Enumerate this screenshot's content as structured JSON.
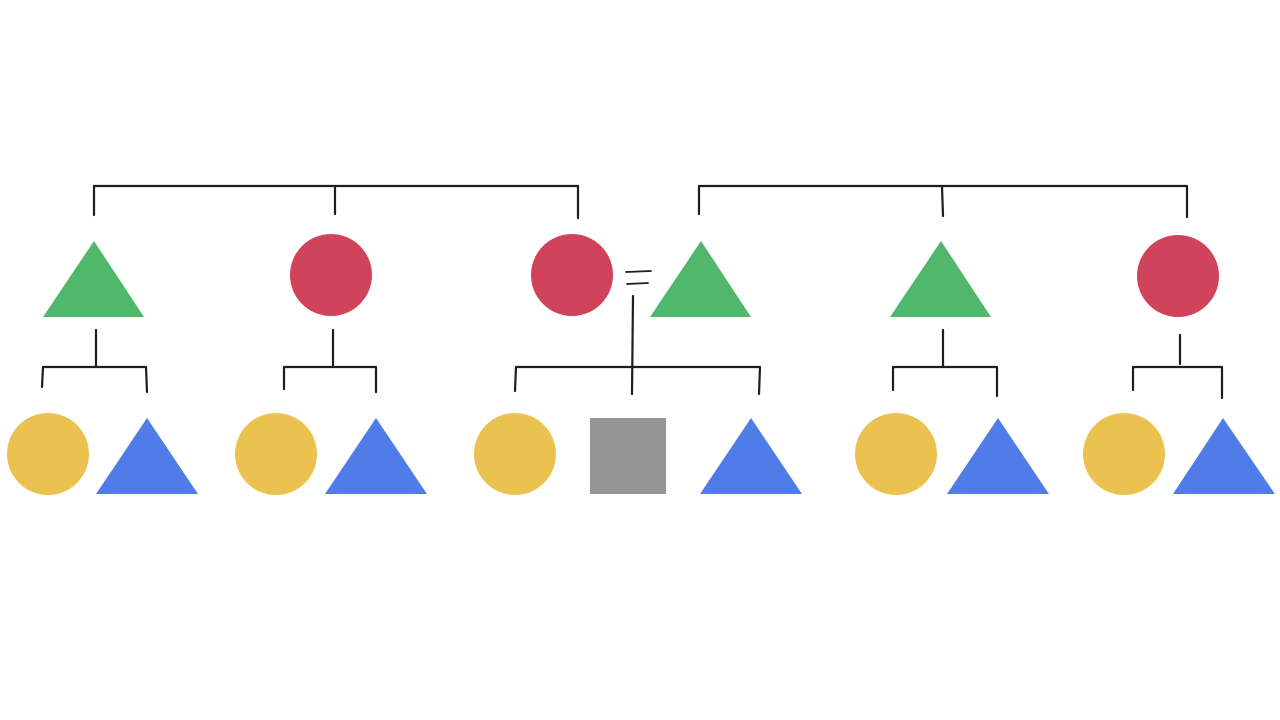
{
  "diagram": {
    "type": "family-tree",
    "colors": {
      "green": "#4fb86b",
      "red": "#d1435b",
      "yellow": "#ebc24f",
      "blue": "#507ce8",
      "gray": "#959595",
      "line": "#1e1e1e"
    },
    "legend_shapes": {
      "triangle": "triangle-icon",
      "circle": "circle-icon",
      "square": "square-icon"
    },
    "relation_symbol": "equals-sign",
    "generations": [
      {
        "level": 1,
        "members": [
          "green-triangle",
          "red-circle",
          "red-circle",
          "green-triangle",
          "green-triangle",
          "red-circle"
        ]
      },
      {
        "level": 2,
        "members": [
          "yellow-circle",
          "blue-triangle",
          "yellow-circle",
          "blue-triangle",
          "yellow-circle",
          "gray-square",
          "blue-triangle",
          "yellow-circle",
          "blue-triangle",
          "yellow-circle",
          "blue-triangle"
        ]
      }
    ]
  }
}
